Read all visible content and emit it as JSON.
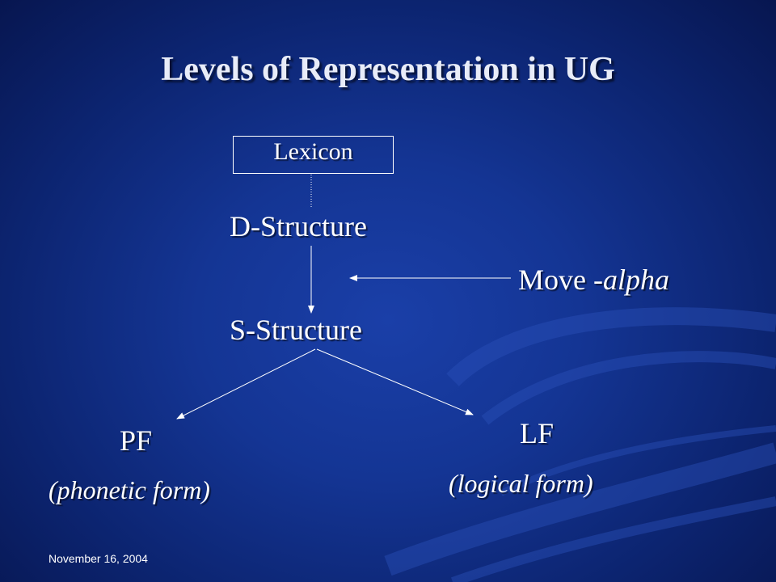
{
  "slide": {
    "title": "Levels of Representation in UG",
    "footer_date": "November 16, 2004"
  },
  "diagram": {
    "nodes": {
      "lexicon": "Lexicon",
      "d_structure": "D-Structure",
      "s_structure": "S-Structure",
      "pf": "PF",
      "pf_gloss": "(phonetic form)",
      "lf": "LF",
      "lf_gloss": "(logical form)"
    },
    "move": {
      "prefix": "Move -",
      "operation": "alpha"
    },
    "edges": [
      {
        "from": "lexicon",
        "to": "d_structure",
        "style": "dotted"
      },
      {
        "from": "d_structure",
        "to": "s_structure",
        "style": "arrow"
      },
      {
        "from": "move",
        "to": "d_structure-s_structure",
        "style": "arrow"
      },
      {
        "from": "s_structure",
        "to": "pf",
        "style": "arrow"
      },
      {
        "from": "s_structure",
        "to": "lf",
        "style": "arrow"
      }
    ]
  },
  "colors": {
    "background": "#143594",
    "text": "#ffffff"
  }
}
